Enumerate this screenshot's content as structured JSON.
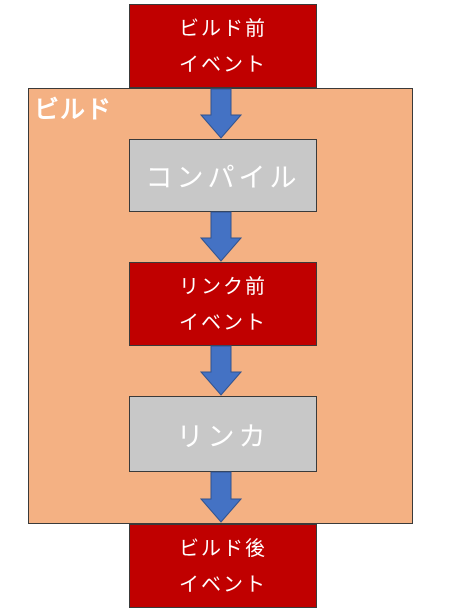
{
  "build_group": {
    "label": "ビルド"
  },
  "nodes": {
    "pre_build": {
      "line1": "ビルド前",
      "line2": "イベント"
    },
    "compile": {
      "label": "コンパイル"
    },
    "pre_link": {
      "line1": "リンク前",
      "line2": "イベント"
    },
    "linker": {
      "label": "リンカ"
    },
    "post_build": {
      "line1": "ビルド後",
      "line2": "イベント"
    }
  },
  "colors": {
    "event_box": "#c00000",
    "step_box": "#c8c8c8",
    "build_group": "#f4b183",
    "arrow": "#4472c4"
  }
}
